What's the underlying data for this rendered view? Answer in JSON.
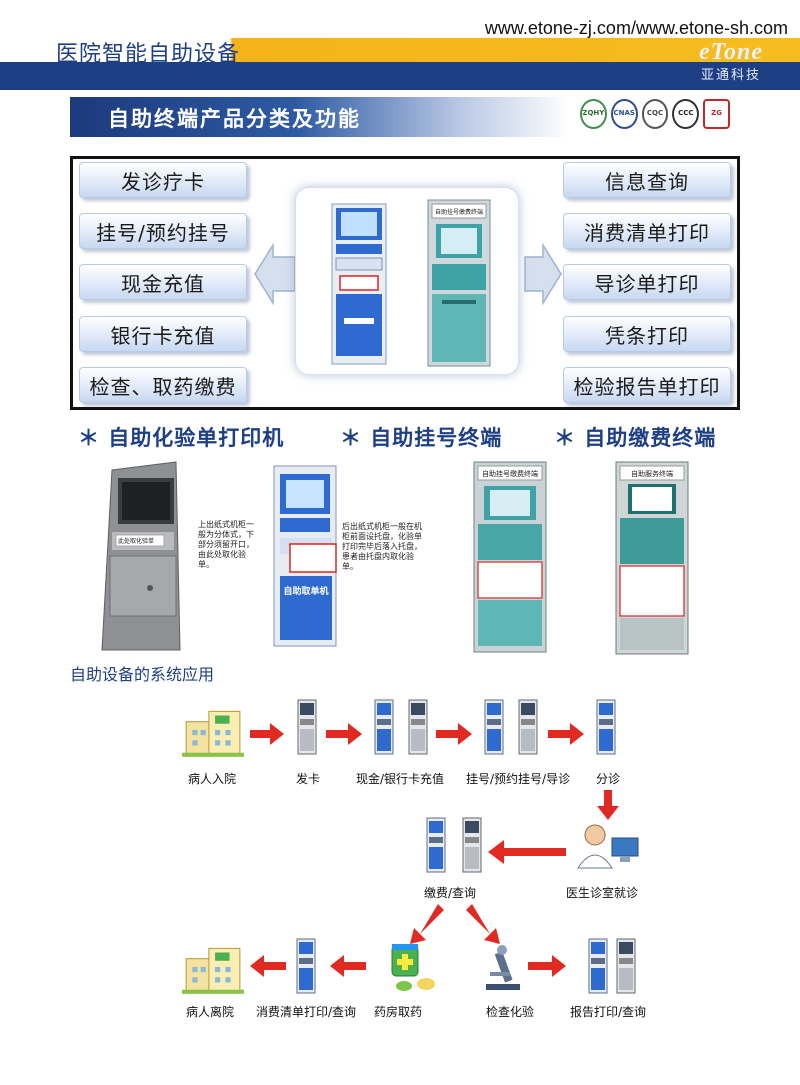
{
  "header": {
    "urls": "www.etone-zj.com/www.etone-sh.com",
    "title": "医院智能自助设备",
    "brand_logo": "eTone",
    "brand_name": "亚通科技"
  },
  "section": {
    "title": "自助终端产品分类及功能",
    "certs": [
      "ZQHY",
      "CNAS",
      "CQC",
      "CCC",
      "ZG"
    ]
  },
  "functions": {
    "left": [
      "发诊疗卡",
      "挂号/预约挂号",
      "现金充值",
      "银行卡充值",
      "检查、取药缴费"
    ],
    "right": [
      "信息查询",
      "消费清单打印",
      "导诊单打印",
      "凭条打印",
      "检验报告单打印"
    ],
    "kiosk_screen_label": "自助挂号缴费终端"
  },
  "products": {
    "headings": [
      "＊ 自助化验单打印机",
      "＊ 自助挂号终端",
      "＊ 自助缴费终端"
    ],
    "notes": {
      "printer_top": "上出纸式机柜一般为分体式，下部分须留开口，由此处取化验单。",
      "printer_back": "后出纸式机柜一般在机柜前面设托盘，化验单打印完毕后落入托盘，患者由托盘内取化验单。"
    },
    "slot_label": "此处取化验单",
    "kiosk_panel_label": "自助取单机",
    "reg_kiosk_label": "自助挂号缴费终端",
    "pay_kiosk_label": "自助服务终端"
  },
  "system": {
    "title": "自助设备的系统应用",
    "flow": {
      "admit": "病人入院",
      "issue_card": "发卡",
      "topup": "现金/银行卡充值",
      "register": "挂号/预约挂号/导诊",
      "triage": "分诊",
      "doctor": "医生诊室就诊",
      "pay_query": "缴费/查询",
      "pharmacy": "药房取药",
      "exam": "检查化验",
      "report": "报告打印/查询",
      "bill": "消费清单打印/查询",
      "discharge": "病人离院"
    }
  },
  "colors": {
    "navy": "#1f3f84",
    "orange": "#f4b41a",
    "arrow_red": "#e02a22",
    "kiosk_blue": "#2f6ad0",
    "kiosk_teal": "#3fa3a6"
  }
}
